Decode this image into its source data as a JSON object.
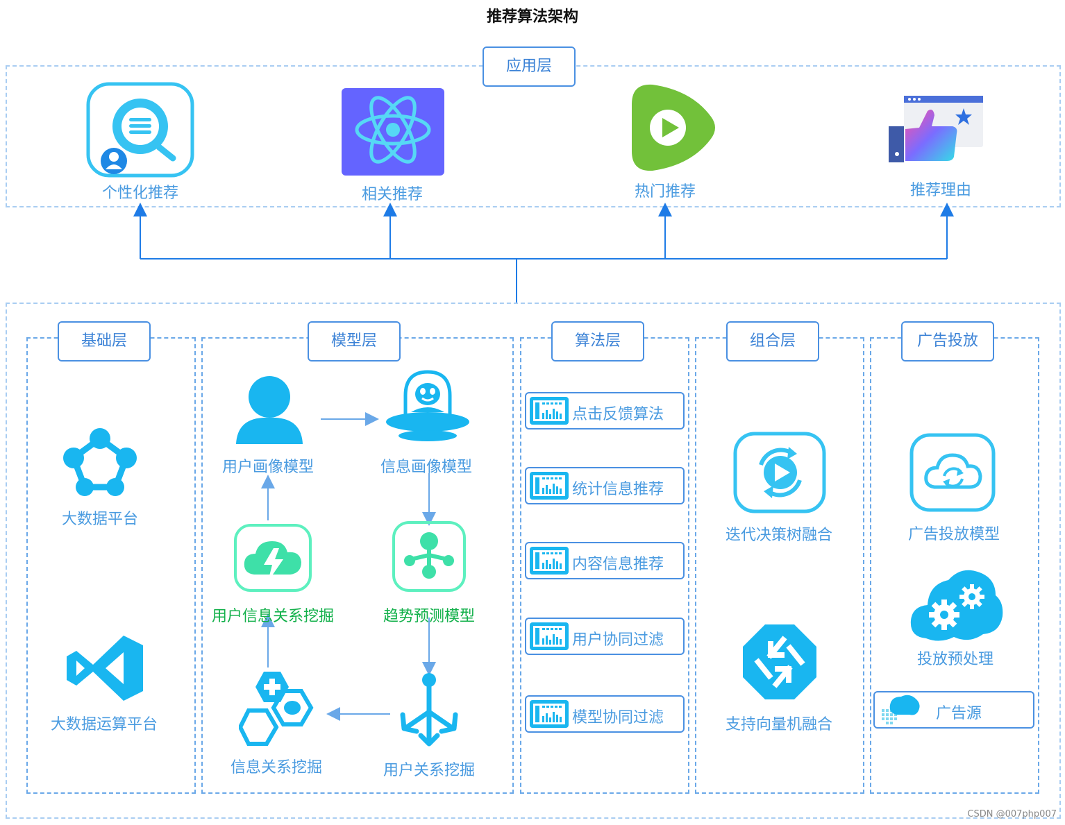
{
  "title": "推荐算法架构",
  "app_layer": {
    "tag": "应用层",
    "items": [
      {
        "label": "个性化推荐",
        "icon": "chat-search-icon"
      },
      {
        "label": "相关推荐",
        "icon": "react-atom-icon"
      },
      {
        "label": "热门推荐",
        "icon": "play-button-icon"
      },
      {
        "label": "推荐理由",
        "icon": "thumbs-up-icon"
      }
    ]
  },
  "base_layer": {
    "tag": "基础层",
    "items": [
      {
        "label": "大数据平台",
        "icon": "network-nodes-icon"
      },
      {
        "label": "大数据运算平台",
        "icon": "visual-studio-icon"
      }
    ]
  },
  "model_layer": {
    "tag": "模型层",
    "items": [
      {
        "label": "用户画像模型",
        "icon": "user-icon"
      },
      {
        "label": "信息画像模型",
        "icon": "ufo-alien-icon"
      },
      {
        "label": "用户信息关系挖掘",
        "icon": "cloud-bolt-icon"
      },
      {
        "label": "趋势预测模型",
        "icon": "tree-nodes-icon"
      },
      {
        "label": "信息关系挖掘",
        "icon": "hexagon-cluster-icon"
      },
      {
        "label": "用户关系挖掘",
        "icon": "split-arrows-icon"
      }
    ]
  },
  "algo_layer": {
    "tag": "算法层",
    "items": [
      {
        "label": "点击反馈算法"
      },
      {
        "label": "统计信息推荐"
      },
      {
        "label": "内容信息推荐"
      },
      {
        "label": "用户协同过滤"
      },
      {
        "label": "模型协同过滤"
      }
    ]
  },
  "combo_layer": {
    "tag": "组合层",
    "items": [
      {
        "label": "迭代决策树融合",
        "icon": "refresh-play-icon"
      },
      {
        "label": "支持向量机融合",
        "icon": "router-arrows-icon"
      }
    ]
  },
  "ad_layer": {
    "tag": "广告投放",
    "items": [
      {
        "label": "广告投放模型",
        "icon": "cloud-sync-icon"
      },
      {
        "label": "投放预处理",
        "icon": "cloud-gears-icon"
      },
      {
        "label": "广告源",
        "icon": "cloud-source-icon"
      }
    ]
  },
  "watermark": "CSDN @007php007",
  "colors": {
    "accent": "#4a90e2",
    "icon_blue": "#19b6f0",
    "icon_green": "#3ee0a8",
    "green_label": "#12b04a",
    "play_green": "#72c13a",
    "react_bg": "#6464ff"
  }
}
